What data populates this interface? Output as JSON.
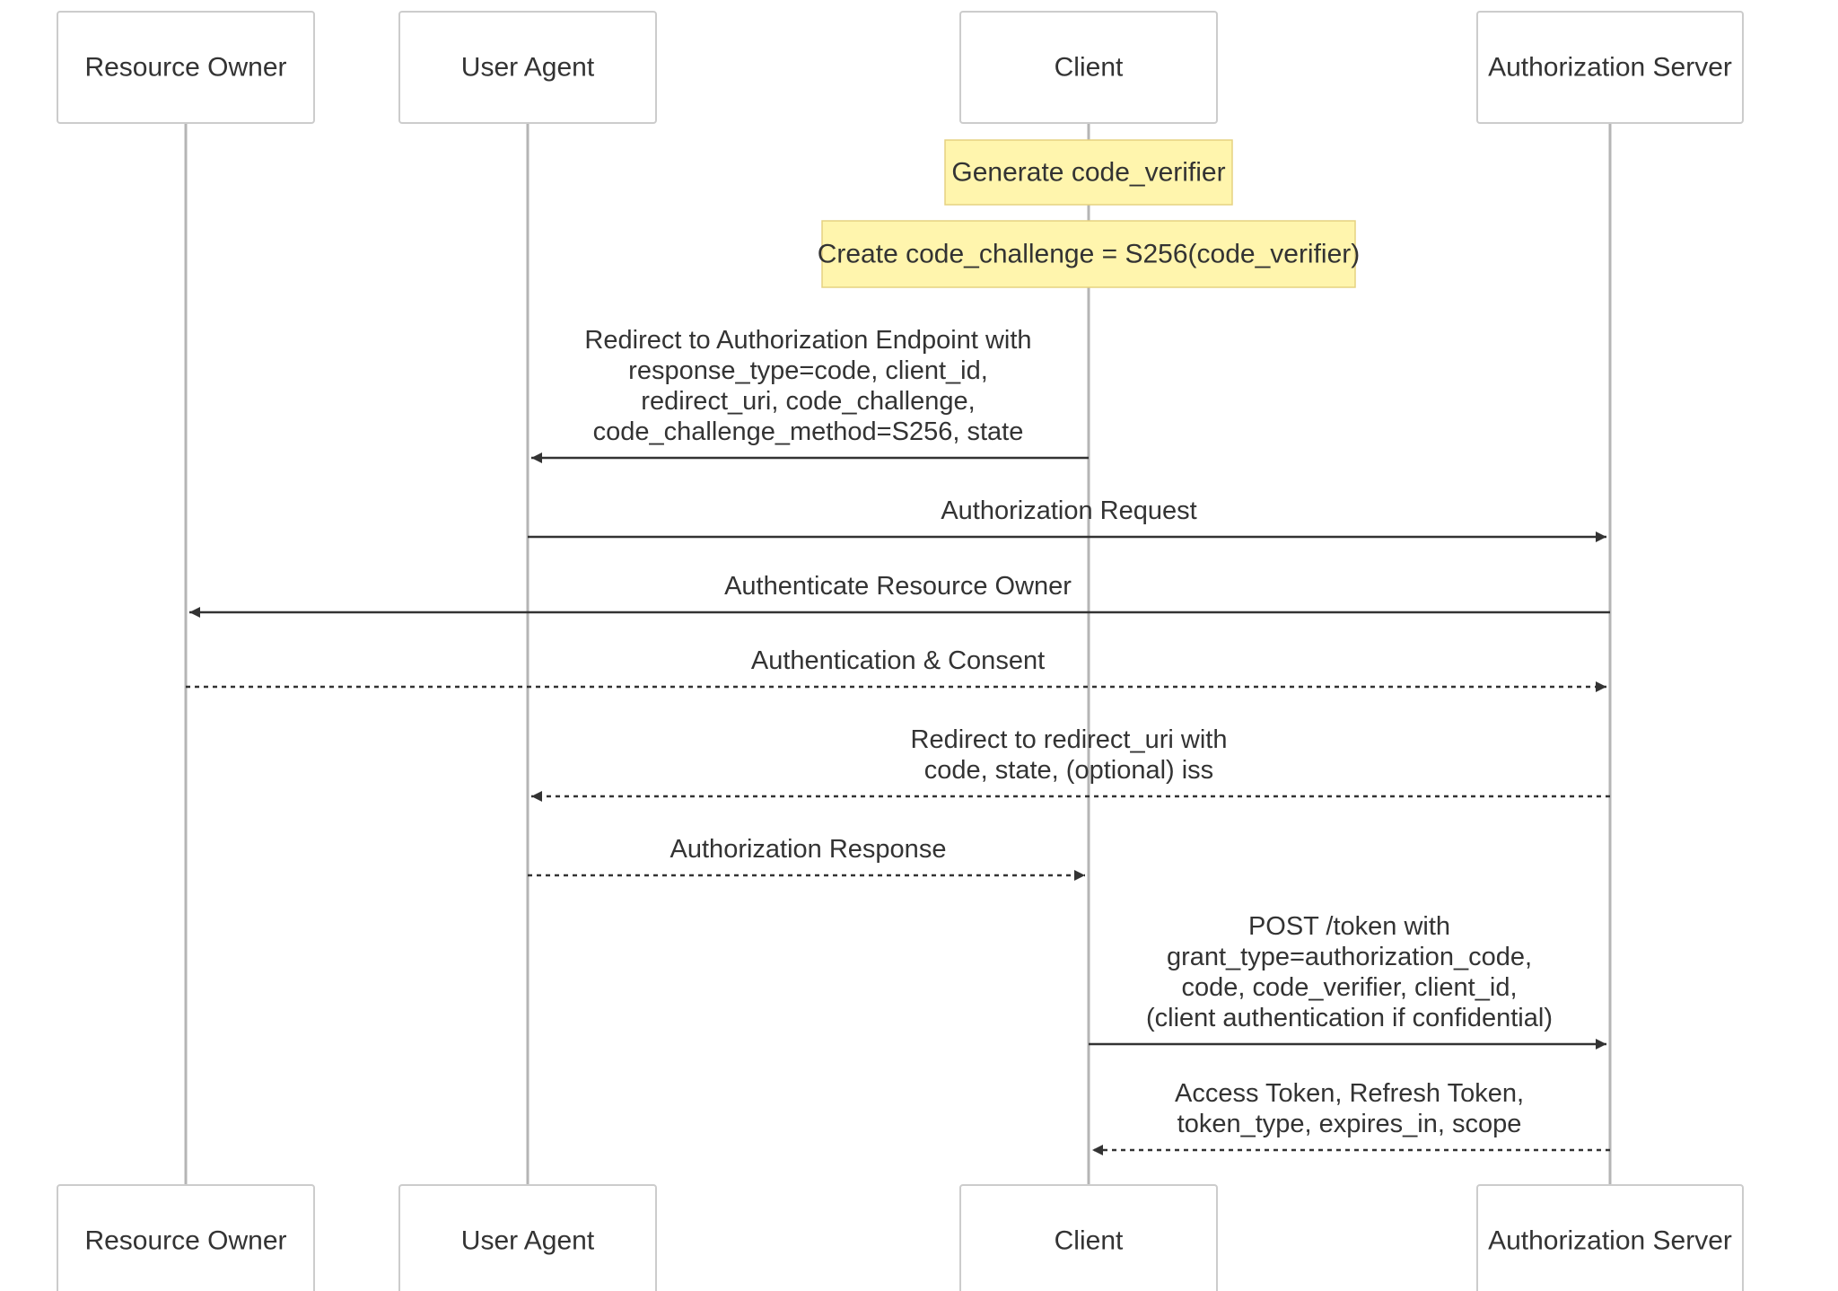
{
  "actors": [
    {
      "id": "resource-owner",
      "label": "Resource Owner"
    },
    {
      "id": "user-agent",
      "label": "User Agent"
    },
    {
      "id": "client",
      "label": "Client"
    },
    {
      "id": "authorization-server",
      "label": "Authorization Server"
    }
  ],
  "notes": [
    {
      "over": "client",
      "text": "Generate code_verifier"
    },
    {
      "over": "client",
      "text": "Create code_challenge = S256(code_verifier)"
    }
  ],
  "messages": [
    {
      "from": "client",
      "to": "user-agent",
      "style": "solid",
      "lines": [
        "Redirect to Authorization Endpoint with",
        "response_type=code, client_id,",
        "redirect_uri, code_challenge,",
        "code_challenge_method=S256, state"
      ]
    },
    {
      "from": "user-agent",
      "to": "authorization-server",
      "style": "solid",
      "lines": [
        "Authorization Request"
      ]
    },
    {
      "from": "authorization-server",
      "to": "resource-owner",
      "style": "solid",
      "lines": [
        "Authenticate Resource Owner"
      ]
    },
    {
      "from": "resource-owner",
      "to": "authorization-server",
      "style": "dashed",
      "lines": [
        "Authentication & Consent"
      ]
    },
    {
      "from": "authorization-server",
      "to": "user-agent",
      "style": "dashed",
      "lines": [
        "Redirect to redirect_uri with",
        "code, state, (optional) iss"
      ]
    },
    {
      "from": "user-agent",
      "to": "client",
      "style": "dashed",
      "lines": [
        "Authorization Response"
      ]
    },
    {
      "from": "client",
      "to": "authorization-server",
      "style": "solid",
      "lines": [
        "POST /token with",
        "grant_type=authorization_code,",
        "code, code_verifier, client_id,",
        "(client authentication if confidential)"
      ]
    },
    {
      "from": "authorization-server",
      "to": "client",
      "style": "dashed",
      "lines": [
        "Access Token, Refresh Token,",
        "token_type, expires_in, scope"
      ]
    }
  ],
  "colors": {
    "note_fill": "#fff5ad",
    "note_border": "#e6d280",
    "actor_border": "#cccccc",
    "lifeline": "#b5b5b5",
    "text": "#333333"
  }
}
